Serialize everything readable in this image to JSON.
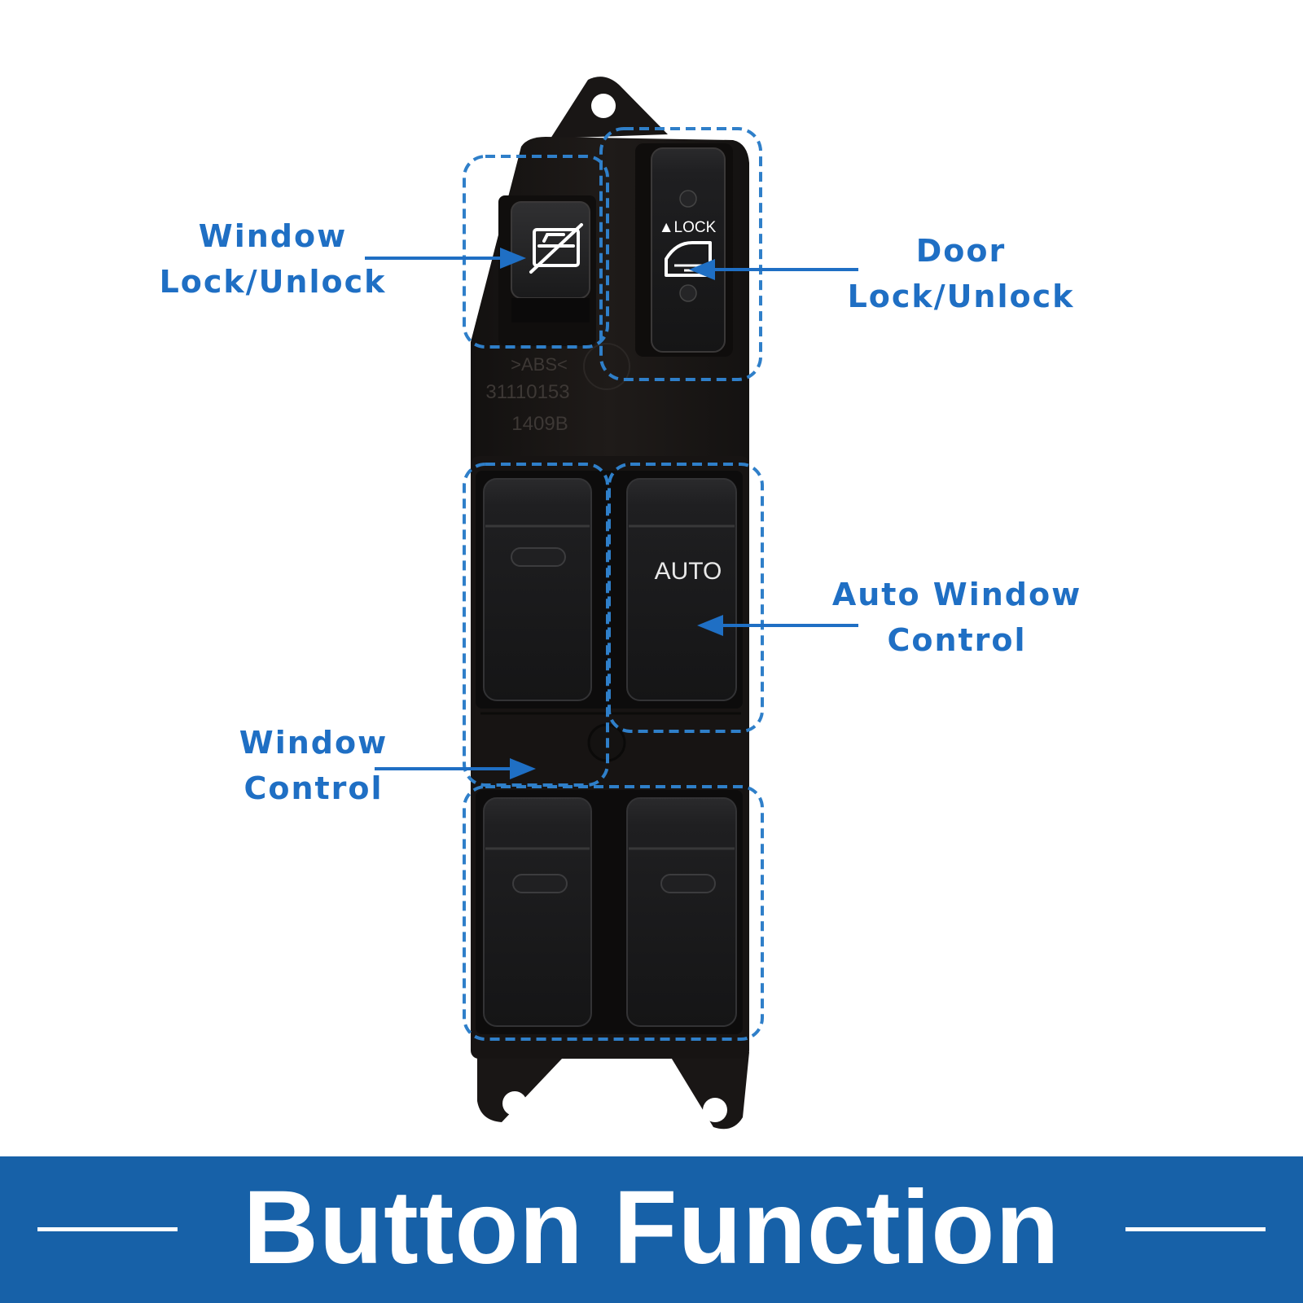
{
  "callouts": {
    "window_lock": [
      "Window",
      "Lock/Unlock"
    ],
    "door_lock": [
      "Door",
      "Lock/Unlock"
    ],
    "auto_window": [
      "Auto Window",
      "Control"
    ],
    "window_control": [
      "Window",
      "Control"
    ]
  },
  "switch_text": {
    "lock_label": "▲LOCK",
    "auto_label": "AUTO",
    "marking_material": ">ABS<",
    "marking_part_number": "31110153",
    "marking_code": "1409B"
  },
  "banner": {
    "title": "Button Function"
  },
  "colors": {
    "accent": "#1f6fc4",
    "banner": "#1761a8",
    "housing": "#1a1716",
    "switch": "#1c1c1d"
  },
  "icons": [
    "window-lock-icon",
    "door-lock-icon"
  ]
}
